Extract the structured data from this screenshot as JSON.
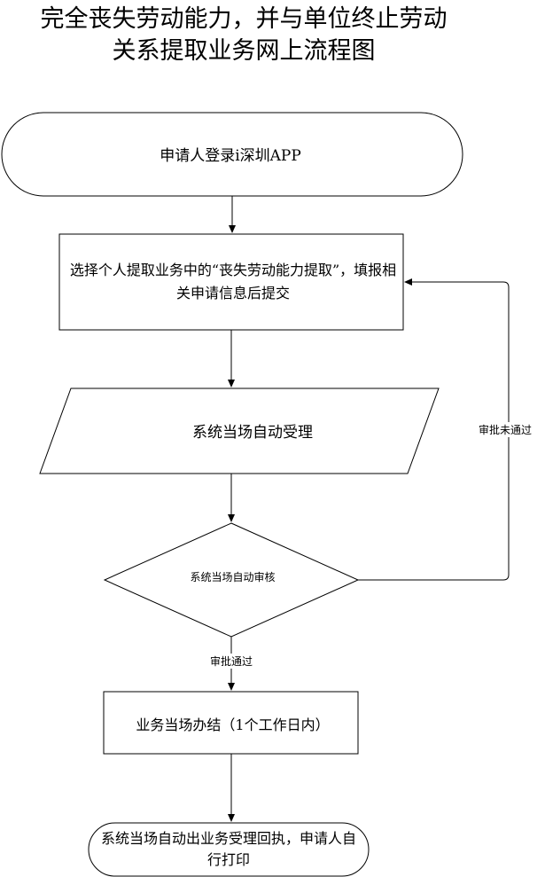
{
  "title": "完全丧失劳动能力，并与单位终止劳动关系提取业务网上流程图",
  "nodes": {
    "start": "申请人登录i深圳APP",
    "select_business": "选择个人提取业务中的“丧失劳动能力提取”，填报相关申请信息后提交",
    "auto_accept": "系统当场自动受理",
    "auto_review": "系统当场自动审核",
    "complete": "业务当场办结（1个工作日内）",
    "end": "系统当场自动出业务受理回执，申请人自行打印"
  },
  "edges": {
    "rejected_label": "审批未通过",
    "approved_label": "审批通过"
  }
}
